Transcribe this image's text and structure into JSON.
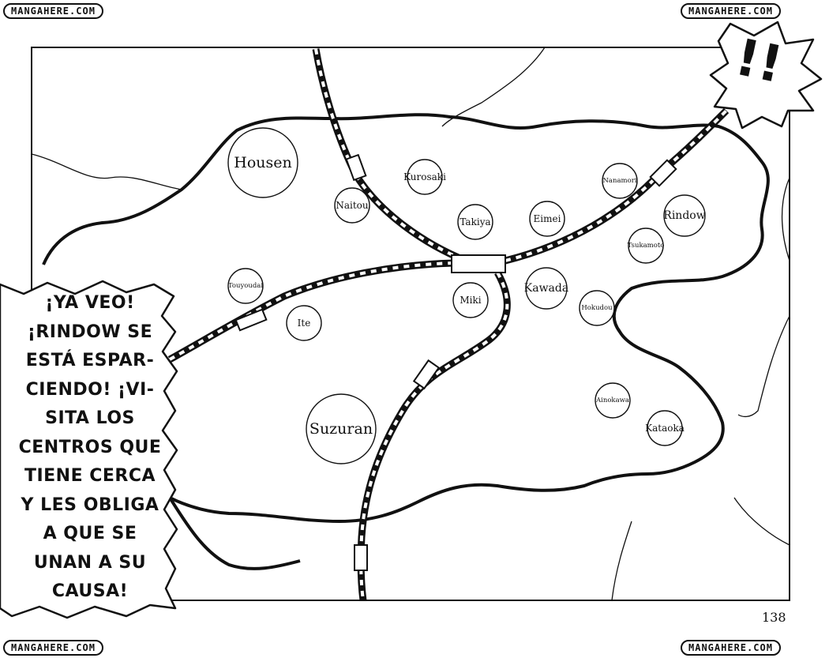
{
  "watermark": "MANGAHERE.COM",
  "page_number": "138",
  "exclamation": "!!",
  "speech_lines": [
    "¡YA VEO!",
    "¡RINDOW SE",
    "ESTÁ ESPAR-",
    "CIENDO! ¡VI-",
    "SITA LOS",
    "CENTROS QUE",
    "TIENE CERCA",
    "Y LES OBLIGA",
    "A QUE SE",
    "UNAN A SU",
    "CAUSA!"
  ],
  "schools": [
    {
      "name": "Housen",
      "size": "large"
    },
    {
      "name": "Kurosaki",
      "size": "small"
    },
    {
      "name": "Nanamori",
      "size": "tiny"
    },
    {
      "name": "Naitou",
      "size": "small"
    },
    {
      "name": "Takiya",
      "size": "small"
    },
    {
      "name": "Eimei",
      "size": "small"
    },
    {
      "name": "Rindow",
      "size": "medium"
    },
    {
      "name": "Tsukamoto",
      "size": "tiny"
    },
    {
      "name": "Touyoudai",
      "size": "tiny"
    },
    {
      "name": "Miki",
      "size": "small"
    },
    {
      "name": "Kawada",
      "size": "medium"
    },
    {
      "name": "Hokudou",
      "size": "tiny"
    },
    {
      "name": "Ite",
      "size": "small"
    },
    {
      "name": "Suzuran",
      "size": "large"
    },
    {
      "name": "Ainokawa",
      "size": "tiny"
    },
    {
      "name": "Kataoka",
      "size": "small"
    }
  ]
}
